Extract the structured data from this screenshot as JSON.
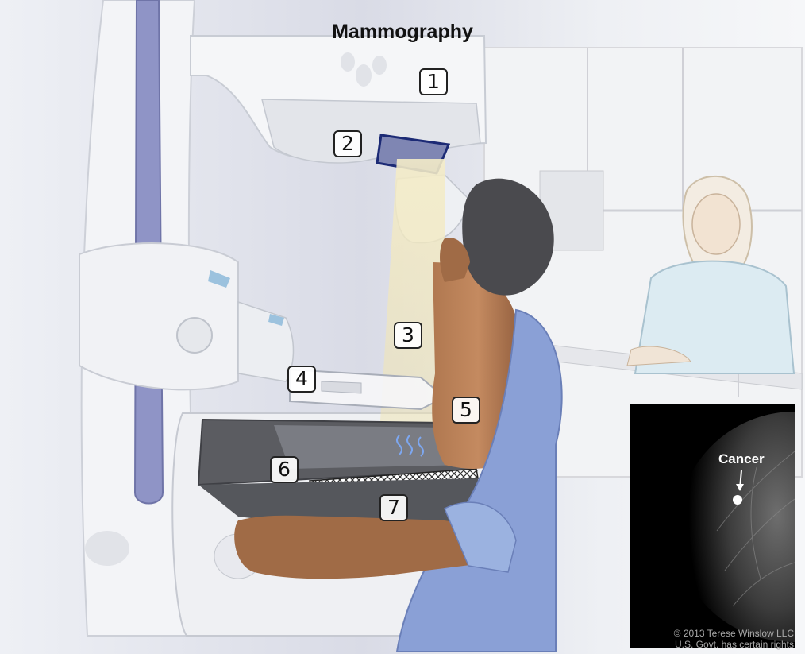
{
  "title": "Mammography",
  "callouts": [
    "1",
    "2",
    "3",
    "4",
    "5",
    "6",
    "7"
  ],
  "inset": {
    "label": "Cancer"
  },
  "credit": [
    "© 2013 Terese Winslow LLC",
    "U.S. Govt. has certain rights"
  ]
}
